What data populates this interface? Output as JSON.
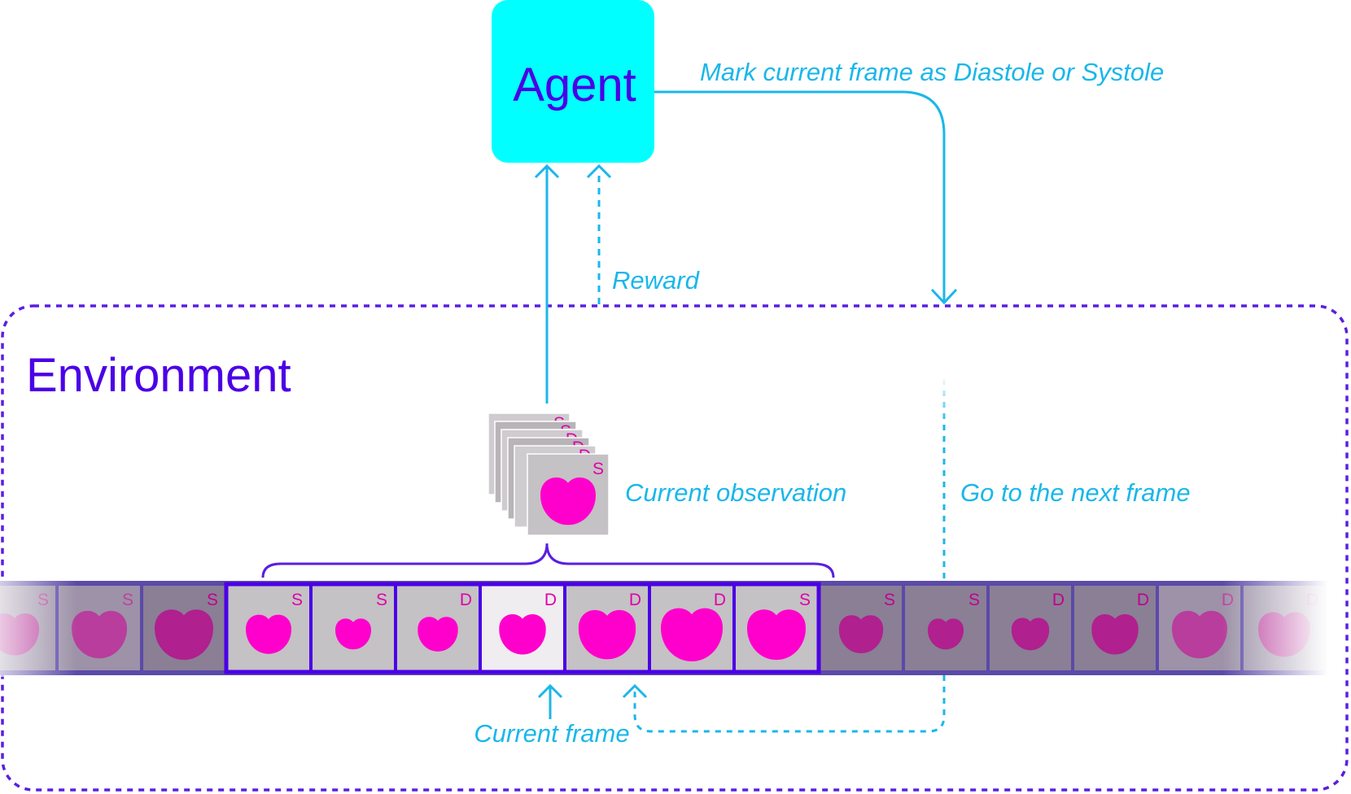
{
  "colors": {
    "agent_fill": "#00ffff",
    "agent_text": "#4b00e6",
    "arrow": "#1ab7ea",
    "env_border": "#5a1fe0",
    "heart": "#ff00cc",
    "frame_bg": "#c4c2c4",
    "strip_outline": "#4b00e6"
  },
  "agent": {
    "label": "Agent"
  },
  "environment": {
    "label": "Environment"
  },
  "labels": {
    "action": "Mark current frame as Diastole or Systole",
    "reward": "Reward",
    "current_observation": "Current observation",
    "next_frame": "Go to the next frame",
    "current_frame": "Current frame"
  },
  "observation_stack": {
    "front_tag": "S",
    "top_tags": [
      "S",
      "S",
      "D",
      "D",
      "D"
    ]
  },
  "frames": [
    {
      "tag": "S",
      "size": 0.75,
      "zone": "fade"
    },
    {
      "tag": "S",
      "size": 0.85,
      "zone": "fade"
    },
    {
      "tag": "S",
      "size": 0.9,
      "zone": "dim"
    },
    {
      "tag": "S",
      "size": 0.7,
      "zone": "window"
    },
    {
      "tag": "S",
      "size": 0.55,
      "zone": "window"
    },
    {
      "tag": "D",
      "size": 0.62,
      "zone": "window"
    },
    {
      "tag": "D",
      "size": 0.72,
      "zone": "current"
    },
    {
      "tag": "D",
      "size": 0.88,
      "zone": "window"
    },
    {
      "tag": "D",
      "size": 0.95,
      "zone": "window"
    },
    {
      "tag": "S",
      "size": 0.9,
      "zone": "window"
    },
    {
      "tag": "S",
      "size": 0.68,
      "zone": "dim"
    },
    {
      "tag": "S",
      "size": 0.55,
      "zone": "dim"
    },
    {
      "tag": "D",
      "size": 0.58,
      "zone": "dim"
    },
    {
      "tag": "D",
      "size": 0.72,
      "zone": "dim"
    },
    {
      "tag": "D",
      "size": 0.85,
      "zone": "fade"
    },
    {
      "tag": "D",
      "size": 0.8,
      "zone": "fade"
    }
  ]
}
